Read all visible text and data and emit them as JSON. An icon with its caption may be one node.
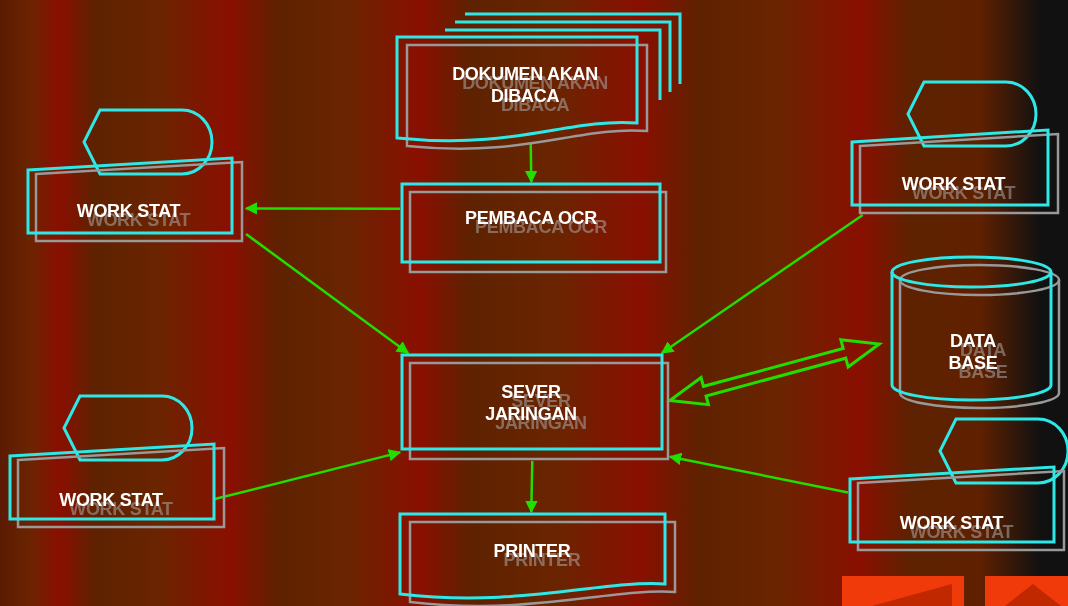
{
  "diagram": {
    "nodes": [
      {
        "text": [
          "DOKUMEN AKAN DIBACA"
        ]
      },
      {
        "text": [
          "PEMBACA OCR"
        ]
      },
      {
        "text": [
          "WORK STAT"
        ]
      },
      {
        "text": [
          "WORK STAT"
        ]
      },
      {
        "text": [
          "DATA BASE"
        ]
      },
      {
        "text": [
          "SEVER JARINGAN"
        ]
      },
      {
        "text": [
          "WORK STAT"
        ]
      },
      {
        "text": [
          "WORK STAT"
        ]
      },
      {
        "text": [
          "PRINTER"
        ]
      }
    ],
    "edges": [
      {
        "from": 0,
        "to": 1,
        "arrow": "to"
      },
      {
        "from": 1,
        "to": 2,
        "arrow": "to"
      },
      {
        "from": 2,
        "to": 5,
        "arrow": "to"
      },
      {
        "from": 3,
        "to": 5,
        "arrow": "to"
      },
      {
        "from": 5,
        "to": 4,
        "arrow": "both",
        "style": "thick"
      },
      {
        "from": 6,
        "to": 5,
        "arrow": "to"
      },
      {
        "from": 7,
        "to": 5,
        "arrow": "to"
      },
      {
        "from": 5,
        "to": 8,
        "arrow": "to"
      }
    ]
  }
}
